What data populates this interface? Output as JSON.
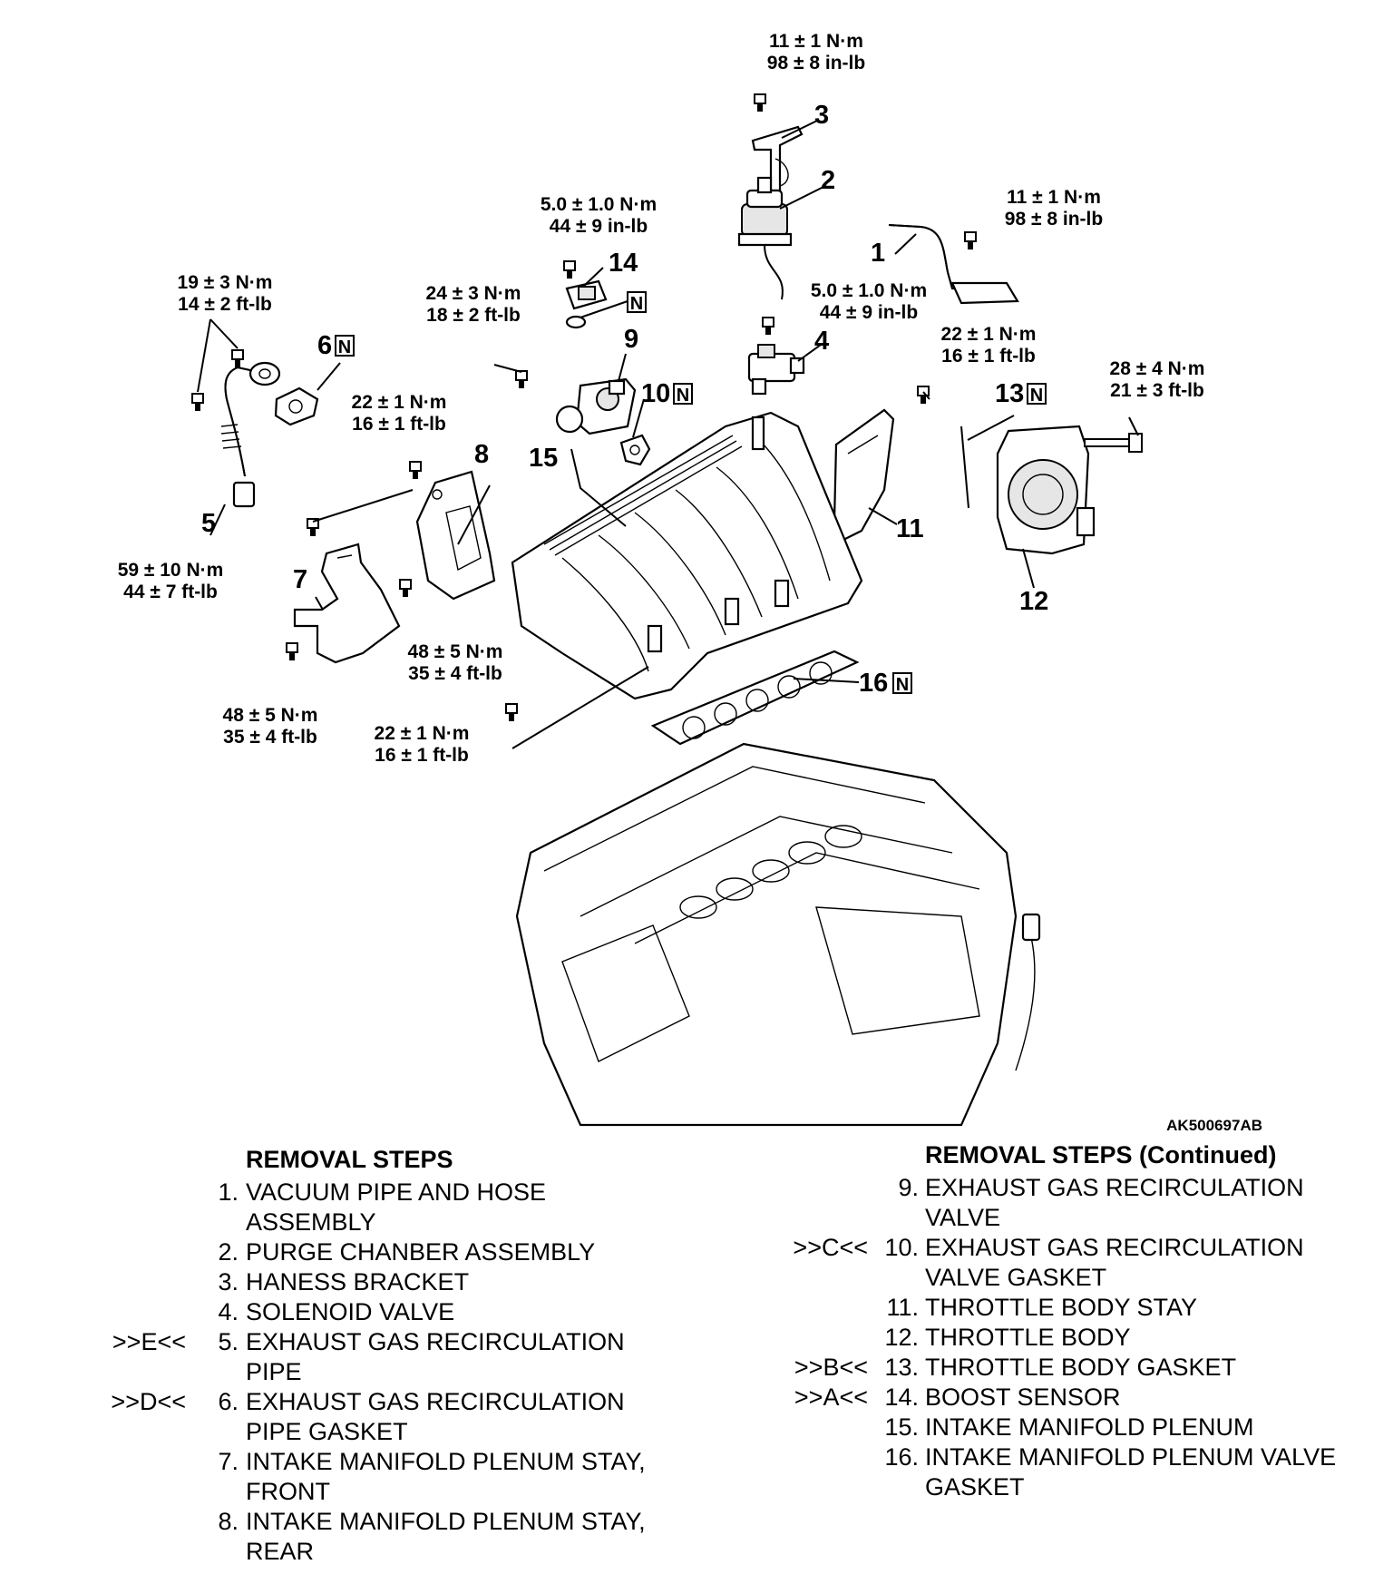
{
  "torques": {
    "t_top": [
      "11 ± 1 N·m",
      "98 ± 8 in-lb"
    ],
    "t_boost": [
      "5.0 ± 1.0 N·m",
      "44 ± 9 in-lb"
    ],
    "t_pipe1": [
      "11 ± 1 N·m",
      "98 ± 8 in-lb"
    ],
    "t_egr_upper": [
      "19 ± 3 N·m",
      "14 ± 2 ft-lb"
    ],
    "t_egrvalve": [
      "24 ± 3 N·m",
      "18 ± 2 ft-lb"
    ],
    "t_solenoid": [
      "5.0 ± 1.0 N·m",
      "44 ± 9 in-lb"
    ],
    "t_stay11": [
      "22 ± 1 N·m",
      "16 ± 1 ft-lb"
    ],
    "t_throttle": [
      "28 ± 4 N·m",
      "21 ± 3 ft-lb"
    ],
    "t_stay8": [
      "22 ± 1 N·m",
      "16 ± 1 ft-lb"
    ],
    "t_egr_lower": [
      "59 ± 10 N·m",
      "44 ± 7 ft-lb"
    ],
    "t_stay7": [
      "48 ± 5 N·m",
      "35 ± 4 ft-lb"
    ],
    "t_stay7b": [
      "48 ± 5 N·m",
      "35 ± 4 ft-lb"
    ],
    "t_plenum": [
      "22 ± 1 N·m",
      "16 ± 1 ft-lb"
    ]
  },
  "callouts": [
    "1",
    "2",
    "3",
    "4",
    "5",
    "6",
    "7",
    "8",
    "9",
    "10",
    "11",
    "12",
    "13",
    "14",
    "15",
    "16"
  ],
  "new_part_mark": "N",
  "figure_id": "AK500697AB",
  "removal_steps": {
    "title": "REMOVAL STEPS",
    "items": [
      {
        "mark": "",
        "num": "1.",
        "lines": [
          "VACUUM PIPE AND HOSE",
          "ASSEMBLY"
        ]
      },
      {
        "mark": "",
        "num": "2.",
        "lines": [
          "PURGE CHANBER ASSEMBLY"
        ]
      },
      {
        "mark": "",
        "num": "3.",
        "lines": [
          "HANESS BRACKET"
        ]
      },
      {
        "mark": "",
        "num": "4.",
        "lines": [
          "SOLENOID VALVE"
        ]
      },
      {
        "mark": ">>E<<",
        "num": "5.",
        "lines": [
          "EXHAUST GAS RECIRCULATION",
          "PIPE"
        ]
      },
      {
        "mark": ">>D<<",
        "num": "6.",
        "lines": [
          "EXHAUST GAS RECIRCULATION",
          "PIPE GASKET"
        ]
      },
      {
        "mark": "",
        "num": "7.",
        "lines": [
          "INTAKE MANIFOLD PLENUM STAY,",
          "FRONT"
        ]
      },
      {
        "mark": "",
        "num": "8.",
        "lines": [
          "INTAKE MANIFOLD PLENUM STAY,",
          "REAR"
        ]
      }
    ]
  },
  "removal_steps_continued": {
    "title": "REMOVAL STEPS (Continued)",
    "items": [
      {
        "mark": "",
        "num": "9.",
        "lines": [
          "EXHAUST GAS RECIRCULATION",
          "VALVE"
        ]
      },
      {
        "mark": ">>C<<",
        "num": "10.",
        "lines": [
          "EXHAUST GAS RECIRCULATION",
          "VALVE GASKET"
        ]
      },
      {
        "mark": "",
        "num": "11.",
        "lines": [
          "THROTTLE BODY STAY"
        ]
      },
      {
        "mark": "",
        "num": "12.",
        "lines": [
          "THROTTLE BODY"
        ]
      },
      {
        "mark": ">>B<<",
        "num": "13.",
        "lines": [
          "THROTTLE BODY GASKET"
        ]
      },
      {
        "mark": ">>A<<",
        "num": "14.",
        "lines": [
          "BOOST SENSOR"
        ]
      },
      {
        "mark": "",
        "num": "15.",
        "lines": [
          "INTAKE MANIFOLD PLENUM"
        ]
      },
      {
        "mark": "",
        "num": "16.",
        "lines": [
          "INTAKE MANIFOLD PLENUM VALVE",
          "GASKET"
        ]
      }
    ]
  }
}
